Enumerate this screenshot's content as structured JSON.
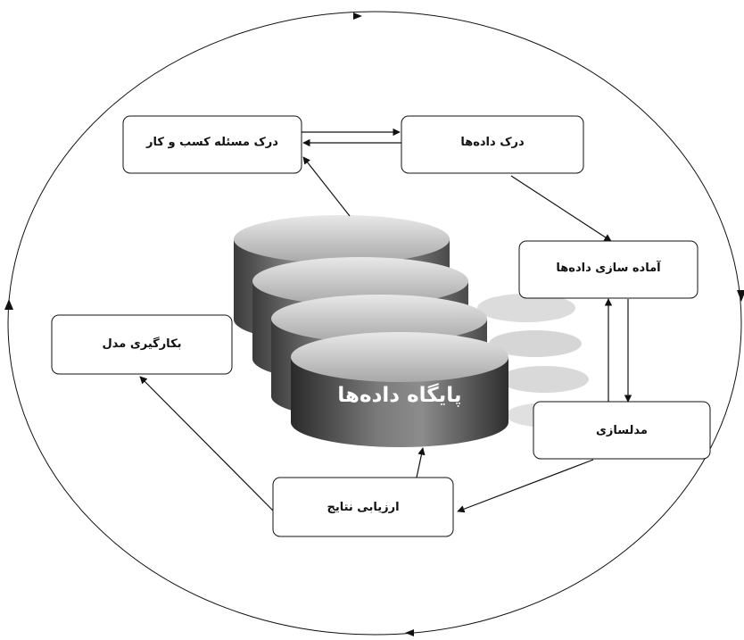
{
  "diagram": {
    "nodes": {
      "business_understanding": "درک مسئله کسب و کار",
      "data_understanding": "درک داده‌ها",
      "data_preparation": "آماده سازی داده‌ها",
      "modeling": "مدلسازی",
      "evaluation": "ارزیابی نتایج",
      "deployment": "بکارگیری مدل",
      "database": "پایگاه داده‌ها"
    }
  }
}
